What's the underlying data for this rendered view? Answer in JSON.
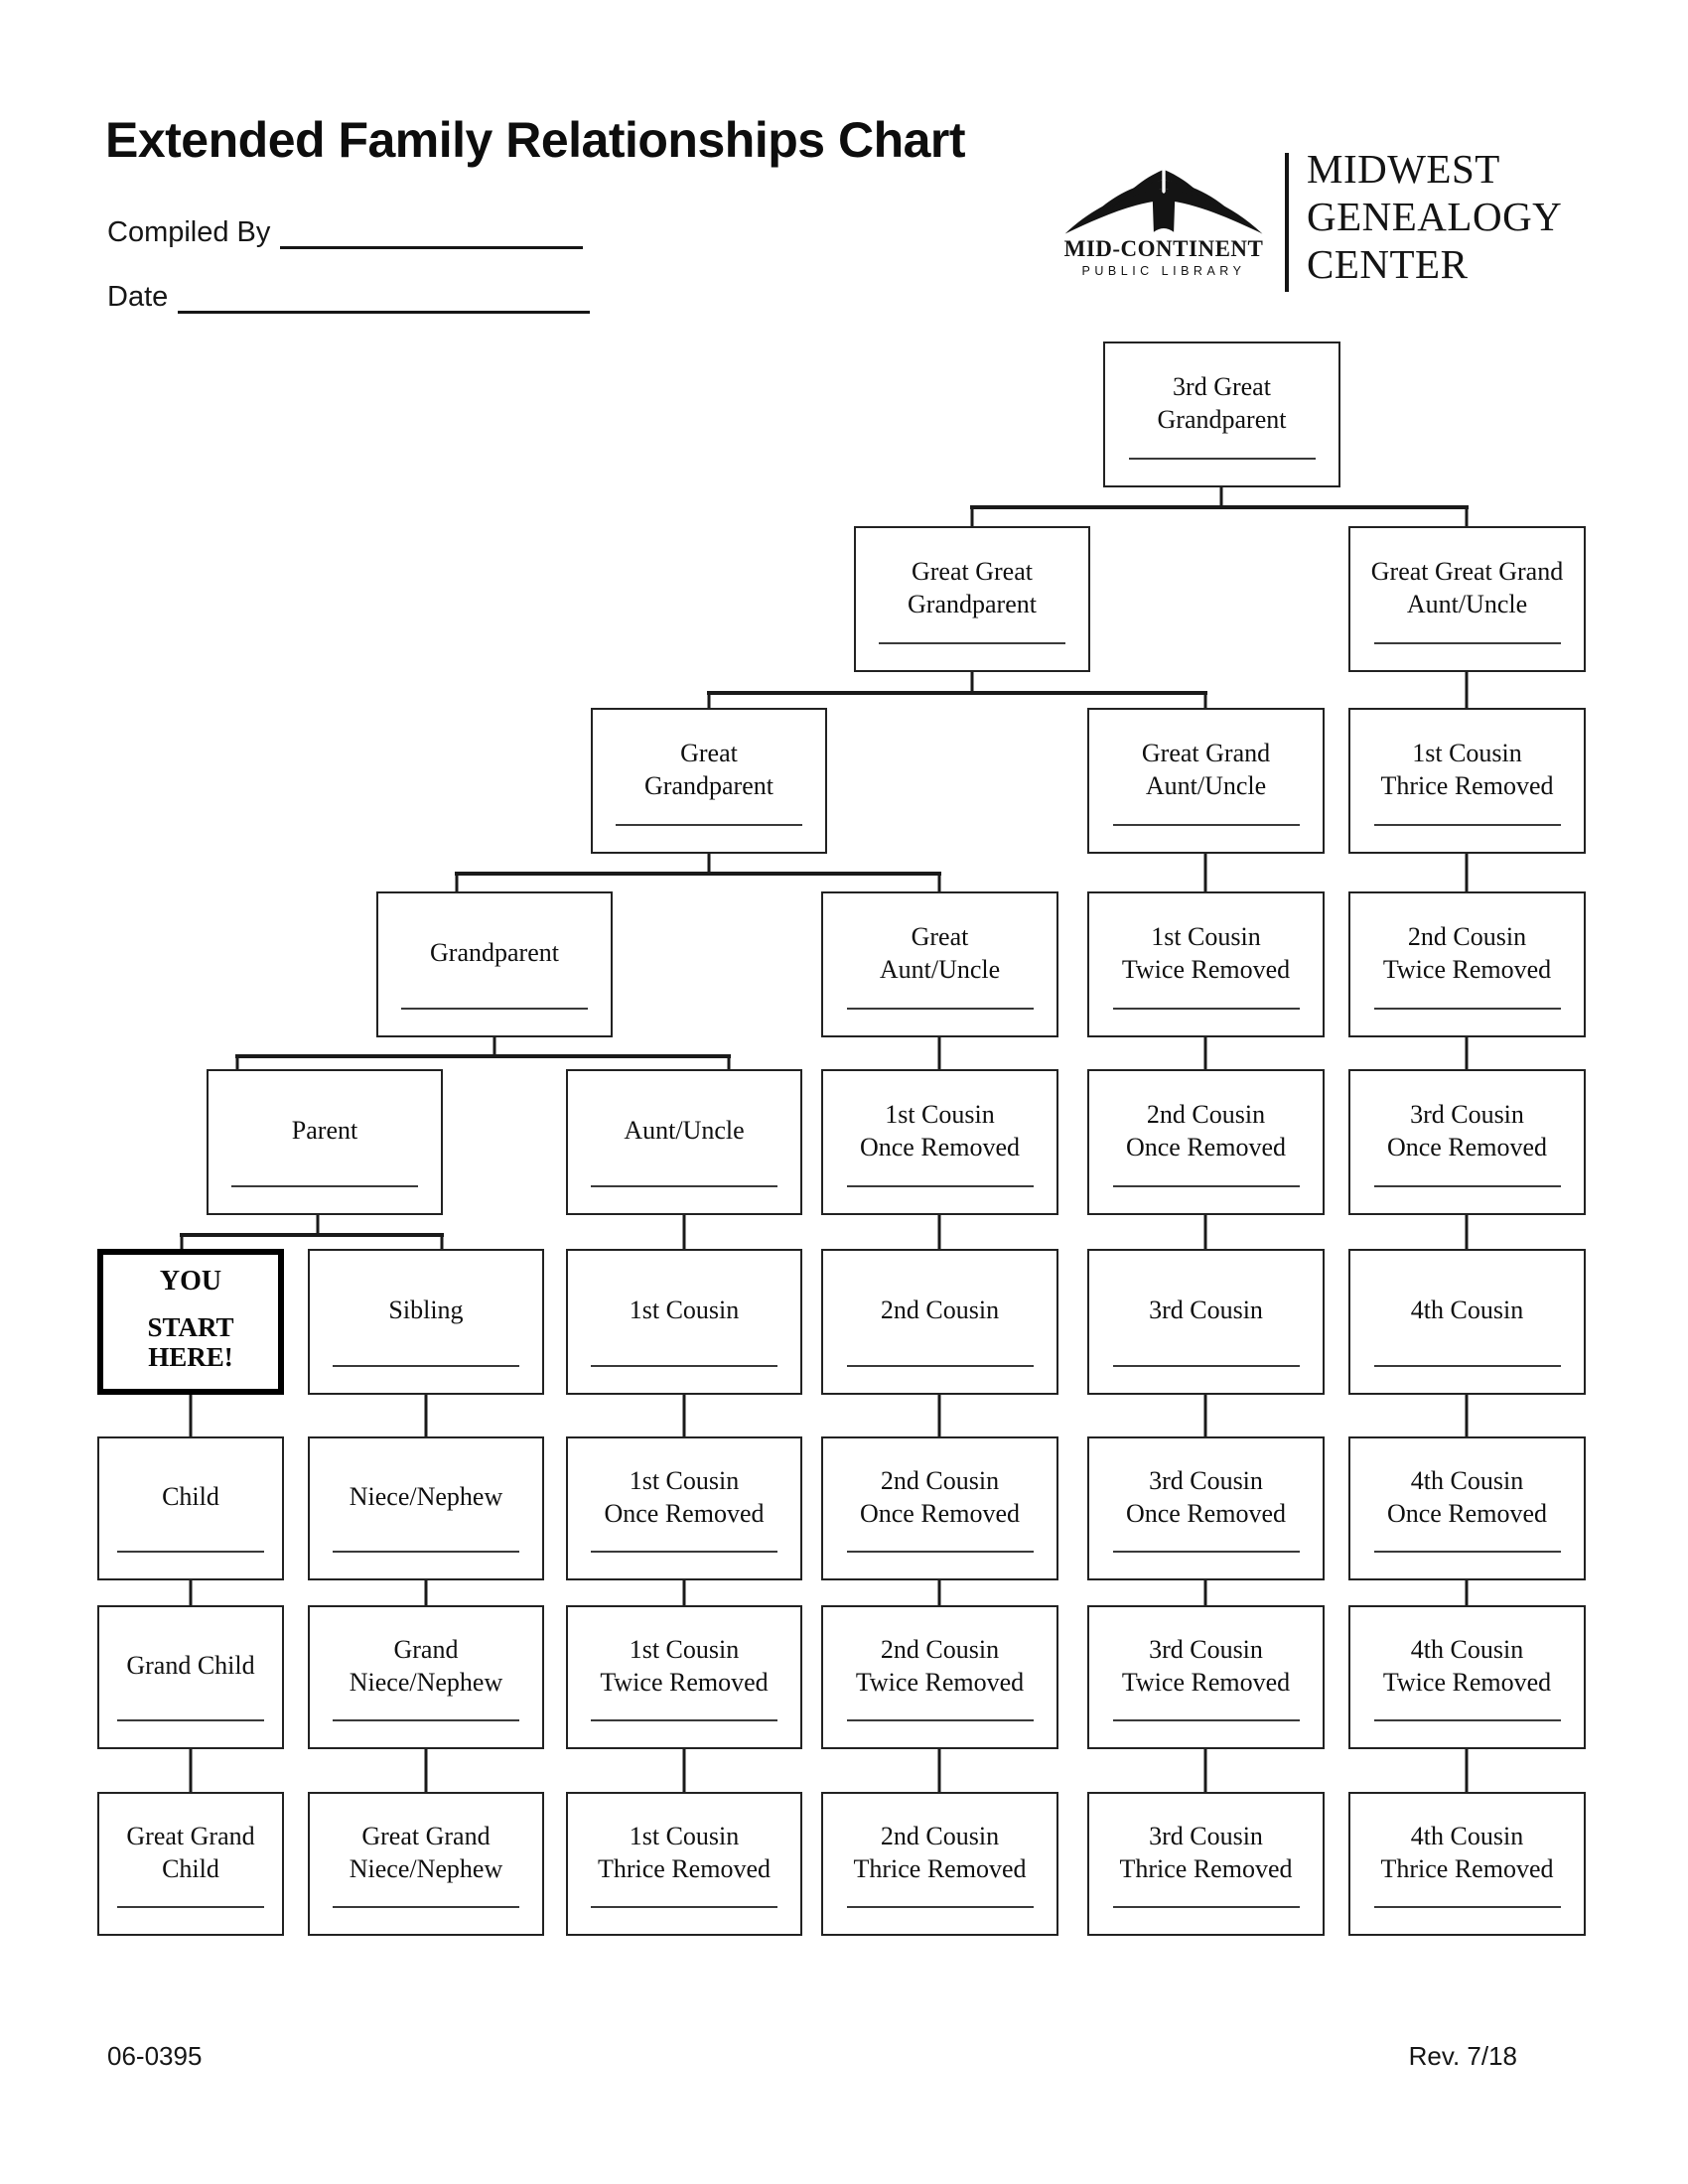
{
  "header": {
    "title": "Extended Family Relationships Chart",
    "compiled_by_label": "Compiled By",
    "date_label": "Date"
  },
  "logo": {
    "book_icon": "open-book-icon",
    "library_name": "MID-CONTINENT",
    "library_tagline": "PUBLIC LIBRARY",
    "center_name_line1": "MIDWEST",
    "center_name_line2": "GENEALOGY",
    "center_name_line3": "CENTER"
  },
  "start_box": {
    "line1": "YOU",
    "line2": "START",
    "line3": "HERE!"
  },
  "nodes": [
    {
      "label": "3rd Great Grandparent",
      "lines": [
        "3rd Great",
        "Grandparent"
      ]
    },
    {
      "label": "Great Great Grandparent",
      "lines": [
        "Great Great",
        "Grandparent"
      ]
    },
    {
      "label": "Great Great Grand Aunt/Uncle",
      "lines": [
        "Great Great Grand",
        "Aunt/Uncle"
      ]
    },
    {
      "label": "Great Grandparent",
      "lines": [
        "Great",
        "Grandparent"
      ]
    },
    {
      "label": "Great Grand Aunt/Uncle",
      "lines": [
        "Great Grand",
        "Aunt/Uncle"
      ]
    },
    {
      "label": "1st Cousin Thrice Removed",
      "lines": [
        "1st Cousin",
        "Thrice Removed"
      ]
    },
    {
      "label": "Grandparent",
      "lines": [
        "Grandparent"
      ]
    },
    {
      "label": "Great Aunt/Uncle",
      "lines": [
        "Great",
        "Aunt/Uncle"
      ]
    },
    {
      "label": "1st Cousin Twice Removed",
      "lines": [
        "1st Cousin",
        "Twice Removed"
      ]
    },
    {
      "label": "2nd Cousin Twice Removed",
      "lines": [
        "2nd Cousin",
        "Twice Removed"
      ]
    },
    {
      "label": "Parent",
      "lines": [
        "Parent"
      ]
    },
    {
      "label": "Aunt/Uncle",
      "lines": [
        "Aunt/Uncle"
      ]
    },
    {
      "label": "1st Cousin Once Removed",
      "lines": [
        "1st Cousin",
        "Once Removed"
      ]
    },
    {
      "label": "2nd Cousin Once Removed",
      "lines": [
        "2nd Cousin",
        "Once Removed"
      ]
    },
    {
      "label": "3rd Cousin Once Removed",
      "lines": [
        "3rd Cousin",
        "Once Removed"
      ]
    },
    {
      "label": "Sibling",
      "lines": [
        "Sibling"
      ]
    },
    {
      "label": "1st Cousin",
      "lines": [
        "1st Cousin"
      ]
    },
    {
      "label": "2nd Cousin",
      "lines": [
        "2nd Cousin"
      ]
    },
    {
      "label": "3rd Cousin",
      "lines": [
        "3rd Cousin"
      ]
    },
    {
      "label": "4th Cousin",
      "lines": [
        "4th Cousin"
      ]
    },
    {
      "label": "Child",
      "lines": [
        "Child"
      ]
    },
    {
      "label": "Niece/Nephew",
      "lines": [
        "Niece/Nephew"
      ]
    },
    {
      "label": "1st Cousin Once Removed",
      "lines": [
        "1st Cousin",
        "Once Removed"
      ]
    },
    {
      "label": "2nd Cousin Once Removed",
      "lines": [
        "2nd Cousin",
        "Once Removed"
      ]
    },
    {
      "label": "3rd Cousin Once Removed",
      "lines": [
        "3rd Cousin",
        "Once Removed"
      ]
    },
    {
      "label": "4th Cousin Once Removed",
      "lines": [
        "4th Cousin",
        "Once Removed"
      ]
    },
    {
      "label": "Grand Child",
      "lines": [
        "Grand Child"
      ]
    },
    {
      "label": "Grand Niece/Nephew",
      "lines": [
        "Grand",
        "Niece/Nephew"
      ]
    },
    {
      "label": "1st Cousin Twice Removed",
      "lines": [
        "1st Cousin",
        "Twice Removed"
      ]
    },
    {
      "label": "2nd Cousin Twice Removed",
      "lines": [
        "2nd Cousin",
        "Twice Removed"
      ]
    },
    {
      "label": "3rd Cousin Twice Removed",
      "lines": [
        "3rd Cousin",
        "Twice Removed"
      ]
    },
    {
      "label": "4th Cousin Twice Removed",
      "lines": [
        "4th Cousin",
        "Twice Removed"
      ]
    },
    {
      "label": "Great Grand Child",
      "lines": [
        "Great Grand",
        "Child"
      ]
    },
    {
      "label": "Great Grand Niece/Nephew",
      "lines": [
        "Great Grand",
        "Niece/Nephew"
      ]
    },
    {
      "label": "1st Cousin Thrice Removed",
      "lines": [
        "1st Cousin",
        "Thrice Removed"
      ]
    },
    {
      "label": "2nd Cousin Thrice Removed",
      "lines": [
        "2nd Cousin",
        "Thrice Removed"
      ]
    },
    {
      "label": "3rd Cousin Thrice Removed",
      "lines": [
        "3rd Cousin",
        "Thrice Removed"
      ]
    },
    {
      "label": "4th Cousin Thrice Removed",
      "lines": [
        "4th Cousin",
        "Thrice Removed"
      ]
    }
  ],
  "footer": {
    "form_number": "06-0395",
    "revision": "Rev. 7/18"
  },
  "colors": {
    "ink": "#111111",
    "connector": "#1a1a1a",
    "box_border": "#222222",
    "blank_line": "#3a3a3a",
    "page_background": "#ffffff"
  }
}
